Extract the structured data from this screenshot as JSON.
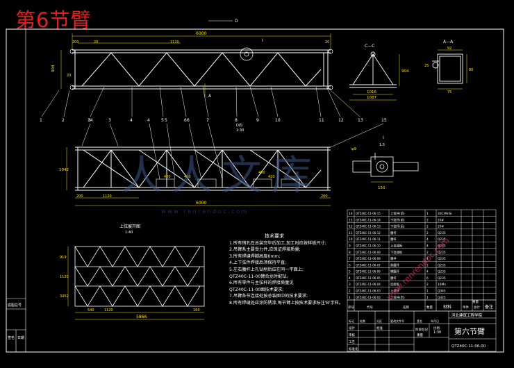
{
  "page_title": "第6节臂",
  "front_view": {
    "overall_length": "6000",
    "dims_top": [
      "200",
      "20",
      "1120",
      "20"
    ],
    "height": "904",
    "height_side": "20",
    "arrow_d": "D",
    "arrow_a": "A",
    "detail_mark": "I",
    "part_callouts": [
      "1",
      "2",
      "3",
      "4",
      "5",
      "6",
      "7",
      "8",
      "9",
      "10",
      "11",
      "12",
      "13"
    ]
  },
  "section_cc": {
    "label": "C—C",
    "height": "904",
    "width_inner": "1016",
    "width_outer": "1087"
  },
  "section_aa": {
    "label": "A—A",
    "width": "92",
    "left_dim": "25",
    "height": "80",
    "bottom": "75"
  },
  "plan_view": {
    "label_top": "D向",
    "scale_top": "1:30",
    "height": "1042",
    "left_bottom": "200",
    "bay": "1120",
    "overall_length": "6000",
    "right_bottom": "200",
    "panel_dims": [
      "420",
      "450",
      "420",
      "450"
    ],
    "callouts": [
      "14",
      "3",
      "4",
      "5",
      "6",
      "7",
      "15"
    ]
  },
  "detail_i": {
    "label": "I",
    "scale": "1:5",
    "dim": "φ9",
    "width": "150"
  },
  "unfold": {
    "title": "上弦展开图",
    "scale": "1:40",
    "left_dims": [
      "919",
      "1120",
      "3452"
    ],
    "bottom_dims": [
      "540",
      "1120",
      "160"
    ],
    "overall_length": "5866"
  },
  "notes": {
    "title": "技术要求",
    "items": [
      "1.所有销孔在总装完毕后加工,加工时应按样板尺寸;",
      "2.吊臂系主要受力件,应保证焊接质量;",
      "3.所有焊缝焊脚高度6mm;",
      "4.上下弦件焊接后须保持平直;",
      "5.左右腹杆上孔钻削后应在同一平面上;",
      "QTZ40C-11-00臂合龙时配钻。",
      "6.所有零件与主弦杆的焊接质量见",
      "QTZ40C-11-00图技术要求;",
      "7.吊臂各节连接处按总装图中的技术要求;",
      "8.所有焊缝处应涂防锈漆,每节臂上按技术要求标注'B'字样。"
    ]
  },
  "bom": {
    "rows": [
      [
        "QTZ40C-11-06-15",
        "上弦杆(前)",
        "1",
        "30CrMnSi"
      ],
      [
        "QTZ40C-11-06-14",
        "下弦杆(前)",
        "2",
        "20#"
      ],
      [
        "QTZ40C-11-06-13",
        "下弦杆(后)",
        "2",
        "20#"
      ],
      [
        "QTZ40C-11-06-12",
        "腹杆",
        "2",
        "Q235"
      ],
      [
        "QTZ40C-11-06-11",
        "腹杆",
        "4",
        "Q235"
      ],
      [
        "QTZ40C-11-06-10",
        "上连接板",
        "4",
        "Q235"
      ],
      [
        "QTZ40C-11-06-09",
        "下连接板",
        "2",
        "Q235"
      ],
      [
        "QTZ40C-11-06-08",
        "腹杆",
        "4",
        "Q235"
      ],
      [
        "QTZ40C-11-06-07",
        "斜腹杆",
        "2",
        "Q235"
      ],
      [
        "QTZ40C-11-06-06",
        "横腹杆",
        "4",
        "Q235"
      ],
      [
        "QTZ40C-11-06-05",
        "腹杆",
        "6",
        "Q235"
      ],
      [
        "QTZ40C-11-06-04",
        "连接板",
        "2",
        "16Mn"
      ],
      [
        "QTZ40C-11-06-03",
        "上弦杆",
        "1",
        "Q345"
      ],
      [
        "QTZ40C-11-06-02",
        "上弦杆(后)",
        "1",
        "Q345"
      ]
    ],
    "header": [
      "序号",
      "代号",
      "名称",
      "数量",
      "材料",
      "单件",
      "总计",
      "备注"
    ],
    "header_weight": "重量"
  },
  "title_block": {
    "company": "河北建筑工程学院",
    "part_name": "第六节臂",
    "drawing_no": "QTZ40C-11-06-00",
    "scale_label": "1:30",
    "labels": [
      "设计",
      "审核",
      "工艺",
      "标准化",
      "批准",
      "阶段标记",
      "重量",
      "比例"
    ],
    "revision_labels": [
      "标记",
      "处数",
      "分区",
      "更改文件号",
      "签名",
      "年月日"
    ]
  },
  "left_stamps": [
    "底图总号",
    "签名",
    "日期"
  ],
  "watermark": {
    "text_main": "人人文库",
    "text_url": "w w w . r e n r e n d o c . c o m",
    "text_side": "www.renrendoc.com"
  },
  "colors": {
    "background": "#000000",
    "line": "#ffffff",
    "dim": "#ffe400",
    "accent": "#ff3030",
    "center": "#00e5ff"
  }
}
